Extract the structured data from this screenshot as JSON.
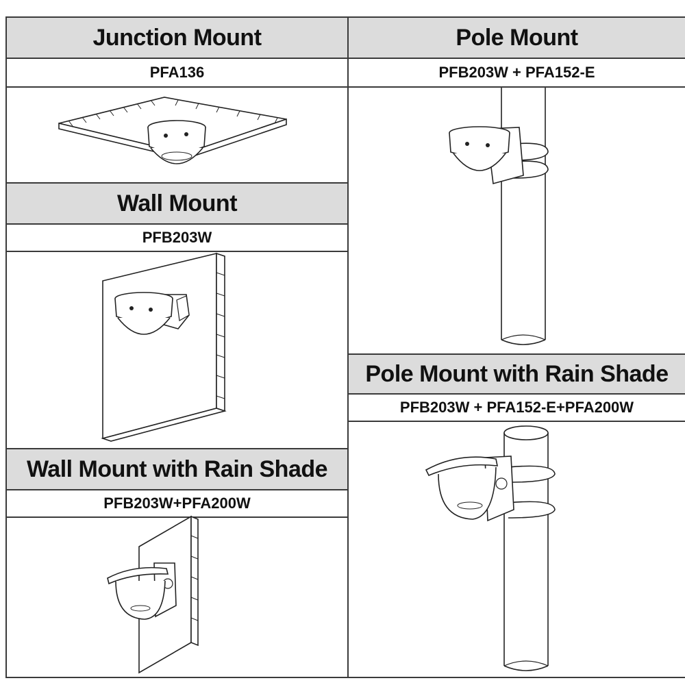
{
  "sections": {
    "junction": {
      "title": "Junction Mount",
      "model": "PFA136",
      "illustration_icon": "ceiling-dome-camera-icon"
    },
    "pole": {
      "title": "Pole Mount",
      "model": "PFB203W + PFA152-E",
      "illustration_icon": "pole-bracket-dome-camera-icon"
    },
    "wall": {
      "title": "Wall Mount",
      "model": "PFB203W",
      "illustration_icon": "wall-bracket-dome-camera-icon"
    },
    "pole_rain": {
      "title": "Pole Mount with Rain Shade",
      "model": "PFB203W + PFA152-E+PFA200W",
      "illustration_icon": "pole-rain-shade-camera-icon"
    },
    "wall_rain": {
      "title": "Wall Mount with Rain Shade",
      "model": "PFB203W+PFA200W",
      "illustration_icon": "wall-rain-shade-camera-icon"
    }
  },
  "colors": {
    "header_bg": "#dcdcdc",
    "border": "#3a3a3a",
    "background": "#ffffff"
  }
}
